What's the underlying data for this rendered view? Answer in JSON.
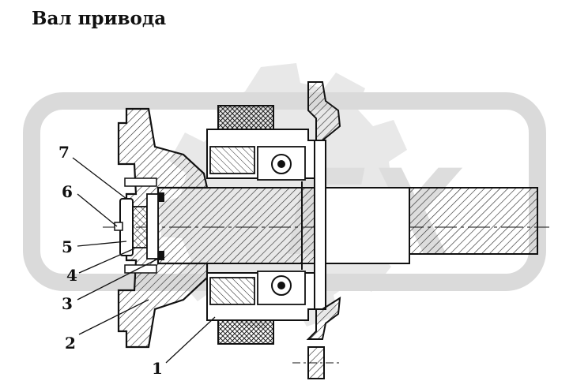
{
  "title": "Вал привода",
  "watermark": {
    "text": "EX",
    "color": "#d9d9d9"
  },
  "callouts": [
    {
      "id": "1",
      "label": "1"
    },
    {
      "id": "2",
      "label": "2"
    },
    {
      "id": "3",
      "label": "3"
    },
    {
      "id": "4",
      "label": "4"
    },
    {
      "id": "5",
      "label": "5"
    },
    {
      "id": "6",
      "label": "6"
    },
    {
      "id": "7",
      "label": "7"
    }
  ],
  "colors": {
    "line": "#111111",
    "hatch": "#222222",
    "background": "#ffffff"
  }
}
